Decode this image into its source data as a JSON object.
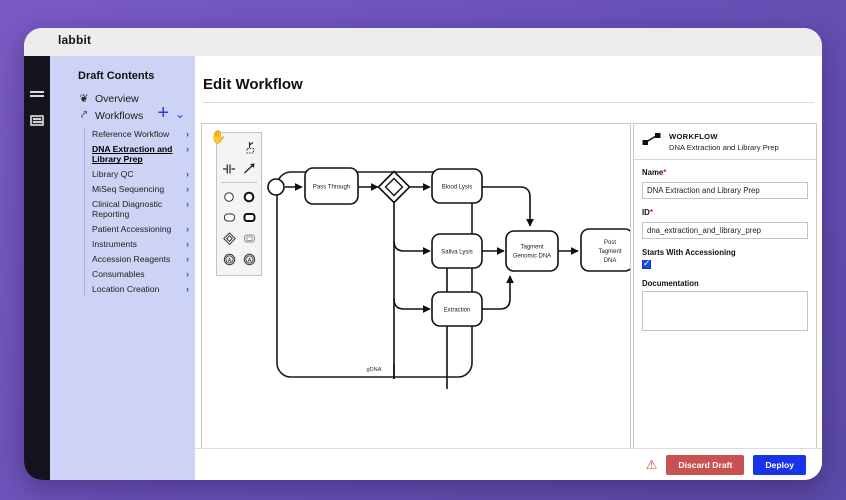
{
  "brand": {
    "name": "labbit"
  },
  "rail": {
    "items": [
      {
        "icon": "hamburger-menu-icon"
      },
      {
        "icon": "card-badge-icon"
      }
    ]
  },
  "sidebar": {
    "title": "Draft Contents",
    "nav": [
      {
        "label": "Overview",
        "icon": "layers-icon"
      },
      {
        "label": "Workflows",
        "icon": "workflow-icon"
      }
    ],
    "add_label": "+",
    "caret_label": "⌄",
    "workflows": [
      {
        "label": "Reference Workflow",
        "active": false
      },
      {
        "label": "DNA Extraction and Library Prep",
        "active": true
      },
      {
        "label": "Library QC",
        "active": false
      },
      {
        "label": "MiSeq Sequencing",
        "active": false
      },
      {
        "label": "Clinical Diagnostic Reporting",
        "active": false
      },
      {
        "label": "Patient Accessioning",
        "active": false
      },
      {
        "label": "Instruments",
        "active": false
      },
      {
        "label": "Accession Reagents",
        "active": false
      },
      {
        "label": "Consumables",
        "active": false
      },
      {
        "label": "Location Creation",
        "active": false
      }
    ],
    "chevron": "›"
  },
  "main": {
    "page_title": "Edit Workflow"
  },
  "toolbar": {
    "tools": [
      {
        "name": "add-node-tool",
        "glyph": "⌖"
      },
      {
        "name": "gateway-split-tool",
        "glyph": "⊣⊢"
      },
      {
        "name": "connector-arrow-tool",
        "glyph": "↗"
      },
      {
        "name": "start-event-circle-tool",
        "glyph": "○"
      },
      {
        "name": "end-event-circle-tool",
        "glyph": "◯"
      },
      {
        "name": "task-rounded-rect-tool",
        "glyph": "▭"
      },
      {
        "name": "subprocess-rect-tool",
        "glyph": "▢"
      },
      {
        "name": "gateway-diamond-tool",
        "glyph": "◈"
      },
      {
        "name": "data-object-tool",
        "glyph": "▤"
      },
      {
        "name": "annotation-a-tool",
        "glyph": "Ⓐ"
      },
      {
        "name": "annotation-b-tool",
        "glyph": "Ⓐ"
      }
    ],
    "cursor": "hand-pan-cursor"
  },
  "diagram": {
    "nodes": [
      {
        "id": "start",
        "type": "start-event",
        "label": ""
      },
      {
        "id": "pass_through",
        "type": "task",
        "label": "Pass Through"
      },
      {
        "id": "gateway",
        "type": "gateway",
        "label": ""
      },
      {
        "id": "blood_lysis",
        "type": "task",
        "label": "Blood Lysis"
      },
      {
        "id": "saliva_lysis",
        "type": "task",
        "label": "Saliva Lysis"
      },
      {
        "id": "extraction",
        "type": "task",
        "label": "Extraction"
      },
      {
        "id": "tagment",
        "type": "task",
        "label": "Tagment Genomic DNA"
      },
      {
        "id": "post_tagment",
        "type": "task",
        "label": "Post Tagment DNA"
      }
    ],
    "group_label": "gDNA"
  },
  "properties": {
    "header_kind": "WORKFLOW",
    "header_name": "DNA Extraction and Library Prep",
    "header_icon": "workflow-node-icon",
    "fields": {
      "name_label": "Name",
      "name_value": "DNA Extraction and Library Prep",
      "id_label": "ID",
      "id_value": "dna_extraction_and_library_prep",
      "starts_label": "Starts With Accessioning",
      "starts_checked": true,
      "documentation_label": "Documentation",
      "documentation_value": ""
    },
    "required_mark": "*"
  },
  "actions": {
    "warning_icon": "warning-triangle-icon",
    "discard_label": "Discard Draft",
    "deploy_label": "Deploy",
    "discard_color": "#c9514f",
    "deploy_color": "#1b33e8"
  }
}
